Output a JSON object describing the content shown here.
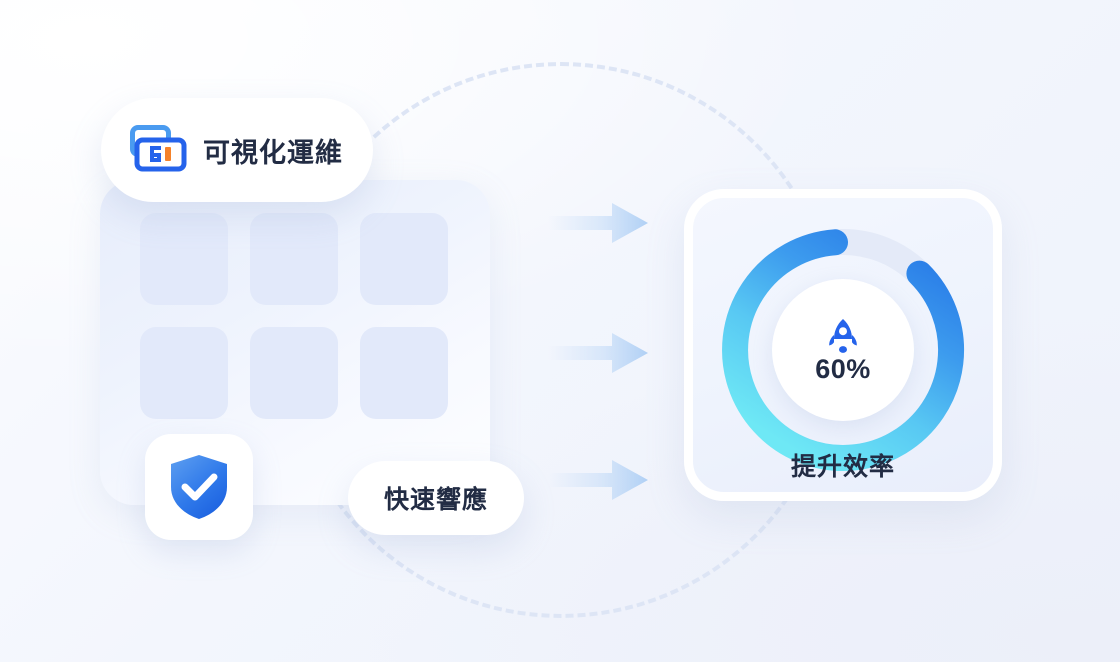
{
  "scene": {
    "background_color": "#f1f4fc",
    "accent_blue": "#2563eb",
    "accent_orange": "#f5822a",
    "text_color": "#222c44"
  },
  "orbit": {
    "name": "dashed-orbit-circle",
    "color": "#dde5f5",
    "style": "dashed"
  },
  "left_panel": {
    "name": "grid-panel",
    "cells": [
      {
        "id": "cell-1"
      },
      {
        "id": "cell-2"
      },
      {
        "id": "cell-3"
      },
      {
        "id": "cell-4"
      },
      {
        "id": "cell-5"
      },
      {
        "id": "cell-6"
      }
    ],
    "cell_color": "#e2e9fa"
  },
  "badges": [
    {
      "name": "visualization-ops-badge",
      "label": "可視化運維",
      "icon": "monitor-stack-icon",
      "icon_colors": {
        "back": "#4a9bf0",
        "front": "#2563eb",
        "bar": "#f5822a"
      }
    },
    {
      "name": "fast-response-badge",
      "label": "快速響應",
      "icon": null
    }
  ],
  "shield_tile": {
    "name": "shield-check-tile",
    "icon": "shield-check-icon",
    "gradient_from": "#4f95ef",
    "gradient_to": "#1f63e0"
  },
  "arrows": {
    "name": "flow-arrow",
    "count": 3,
    "direction": "right",
    "color": "#b7d4f6"
  },
  "gauge_card": {
    "name": "efficiency-gauge-card",
    "caption": "提升效率",
    "value_label": "60%",
    "rocket_icon": "rocket-icon",
    "track_color": "#e4eaf8",
    "arc_gradient_from": "#6ee8f5",
    "arc_gradient_to": "#2b7fe8"
  },
  "chart_data": {
    "type": "gauge",
    "title": "提升效率",
    "value": 60,
    "unit": "%",
    "min": 0,
    "max": 100,
    "value_label": "60%",
    "arc_start_deg": 225,
    "arc_sweep_deg": 216,
    "track_color": "#e4eaf8",
    "gradient": [
      "#6ee8f5",
      "#41b7f2",
      "#2b7fe8"
    ],
    "center_icon": "rocket-icon"
  }
}
